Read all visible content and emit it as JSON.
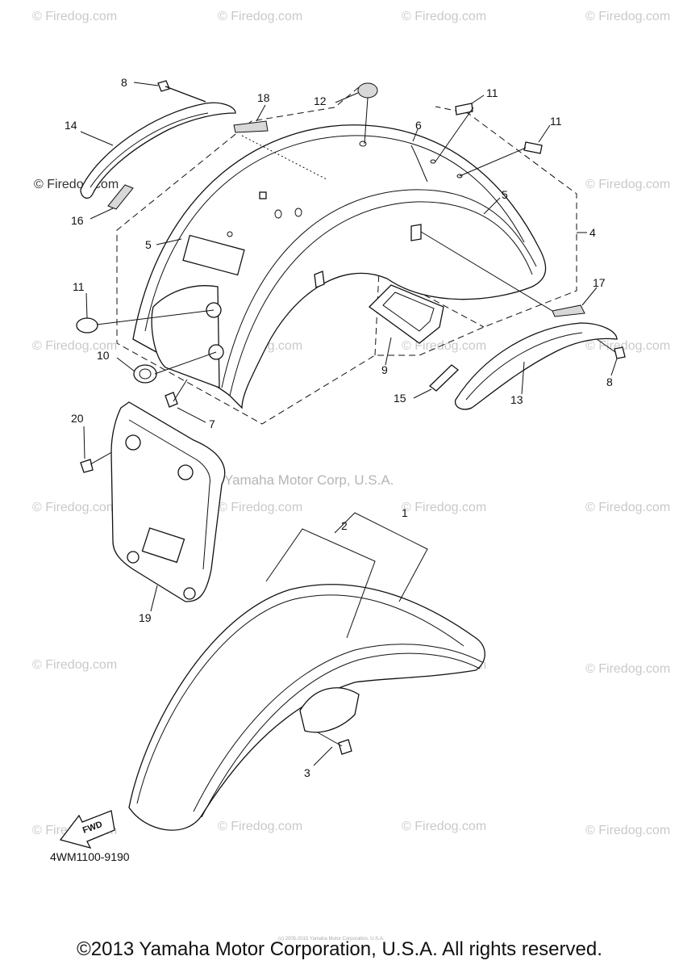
{
  "watermark": "© Firedog.com",
  "center_credit": "Yamaha Motor Corp, U.S.A.",
  "tiny_credit": "(c) 2005-2015 Yamaha Motor Corporation, U.S.A.",
  "part_code": "4WM1100-9190",
  "fwd_label": "FWD",
  "copyright": "©2013 Yamaha Motor Corporation, U.S.A. All rights reserved.",
  "callouts": {
    "n1": "1",
    "n2": "2",
    "n3": "3",
    "n4": "4",
    "n5a": "5",
    "n5b": "5",
    "n6": "6",
    "n7": "7",
    "n8a": "8",
    "n8b": "8",
    "n9": "9",
    "n10": "10",
    "n11a": "11",
    "n11b": "11",
    "n11c": "11",
    "n12": "12",
    "n13": "13",
    "n14": "14",
    "n15": "15",
    "n16": "16",
    "n17": "17",
    "n18": "18",
    "n19": "19",
    "n20": "20"
  }
}
